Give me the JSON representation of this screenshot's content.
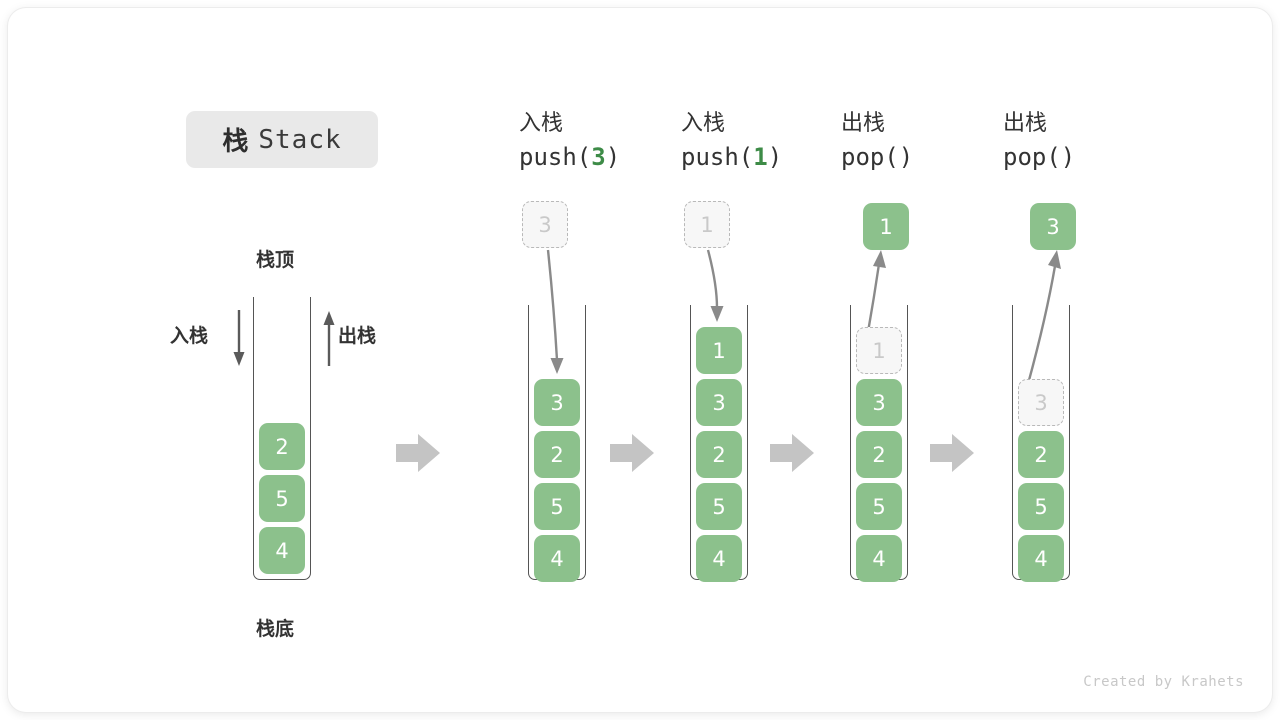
{
  "title": {
    "cn": "栈",
    "en": "Stack"
  },
  "labels": {
    "top": "栈顶",
    "bottom": "栈底",
    "push_side": "入栈",
    "pop_side": "出栈"
  },
  "colors": {
    "element_green": "#8cc18c",
    "arg_green": "#3d8b47",
    "ghost_fill": "#f7f7f7",
    "ghost_border": "#b9b9b9",
    "flow_arrow": "#c4c4c4",
    "container_stroke": "#555555",
    "badge_bg": "#e9e9e9",
    "text": "#333333",
    "watermark": "#c8c8c8"
  },
  "initial_stack": {
    "name": "initial",
    "cells": [
      {
        "value": "2",
        "state": "solid"
      },
      {
        "value": "5",
        "state": "solid"
      },
      {
        "value": "4",
        "state": "solid"
      }
    ]
  },
  "steps": [
    {
      "id": "push-3",
      "header_cn": "入栈",
      "op_prefix": "push(",
      "op_arg": "3",
      "op_suffix": ")",
      "floating": {
        "value": "3",
        "state": "ghost"
      },
      "arrow_dir": "down",
      "cells": [
        {
          "value": "3",
          "state": "solid"
        },
        {
          "value": "2",
          "state": "solid"
        },
        {
          "value": "5",
          "state": "solid"
        },
        {
          "value": "4",
          "state": "solid"
        }
      ]
    },
    {
      "id": "push-1",
      "header_cn": "入栈",
      "op_prefix": "push(",
      "op_arg": "1",
      "op_suffix": ")",
      "floating": {
        "value": "1",
        "state": "ghost"
      },
      "arrow_dir": "down",
      "cells": [
        {
          "value": "1",
          "state": "solid"
        },
        {
          "value": "3",
          "state": "solid"
        },
        {
          "value": "2",
          "state": "solid"
        },
        {
          "value": "5",
          "state": "solid"
        },
        {
          "value": "4",
          "state": "solid"
        }
      ]
    },
    {
      "id": "pop-1",
      "header_cn": "出栈",
      "op_prefix": "pop(",
      "op_arg": "",
      "op_suffix": ")",
      "floating": {
        "value": "1",
        "state": "solid"
      },
      "arrow_dir": "up",
      "cells": [
        {
          "value": "1",
          "state": "ghost"
        },
        {
          "value": "3",
          "state": "solid"
        },
        {
          "value": "2",
          "state": "solid"
        },
        {
          "value": "5",
          "state": "solid"
        },
        {
          "value": "4",
          "state": "solid"
        }
      ]
    },
    {
      "id": "pop-3",
      "header_cn": "出栈",
      "op_prefix": "pop(",
      "op_arg": "",
      "op_suffix": ")",
      "floating": {
        "value": "3",
        "state": "solid"
      },
      "arrow_dir": "up",
      "cells": [
        {
          "value": "3",
          "state": "ghost"
        },
        {
          "value": "2",
          "state": "solid"
        },
        {
          "value": "5",
          "state": "solid"
        },
        {
          "value": "4",
          "state": "solid"
        }
      ]
    }
  ],
  "watermark": "Created by Krahets"
}
